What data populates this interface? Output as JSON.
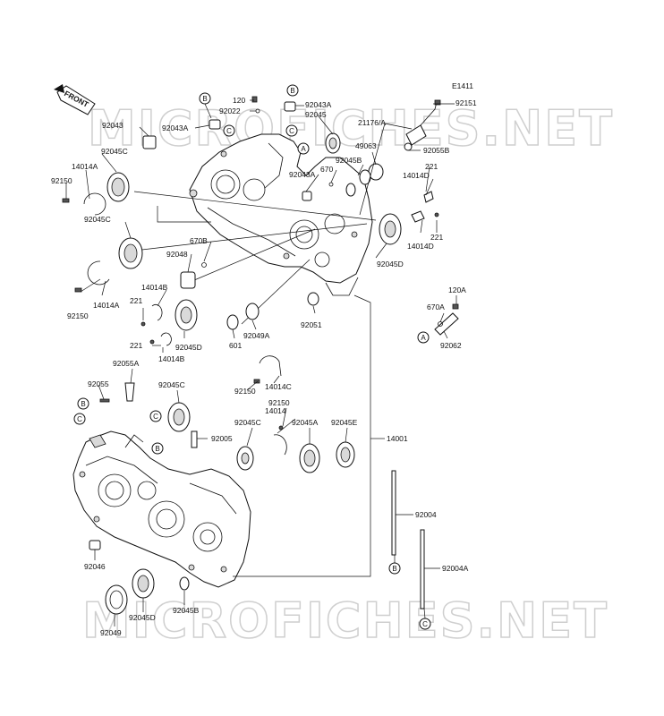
{
  "diagram_code": "E1411",
  "front_label": "FRONT",
  "watermark": "MICROFICHES.NET",
  "callouts": {
    "A": "A",
    "B": "B",
    "C": "C"
  },
  "labels": {
    "p120": "120",
    "p92022": "92022",
    "p92043A_top": "92043A",
    "p92045_top": "92045",
    "p92043": "92043",
    "p92043A_left": "92043A",
    "p92045C_1": "92045C",
    "p14014A_1": "14014A",
    "p92150_1": "92150",
    "p92045C_2": "92045C",
    "p92048": "92048",
    "p670B": "670B",
    "p92043A_mid": "92043A",
    "p670": "670",
    "p92045B_top": "92045B",
    "p49063": "49063",
    "p21176A": "21176/A",
    "p92151": "92151",
    "p92055B": "92055B",
    "p221_a": "221",
    "p14014D_1": "14014D",
    "p221_b": "221",
    "p14014D_2": "14014D",
    "p92045D_top": "92045D",
    "p14014B_1": "14014B",
    "p221_c": "221",
    "p92150_2": "92150",
    "p14014A_2": "14014A",
    "p221_d": "221",
    "p92045D_mid": "92045D",
    "p14014B_2": "14014B",
    "p601": "601",
    "p92049A": "92049A",
    "p92051": "92051",
    "p120A": "120A",
    "p670A": "670A",
    "p92062": "92062",
    "p92055A": "92055A",
    "p92055": "92055",
    "p92045C_3": "92045C",
    "p92150_3": "92150",
    "p14014C": "14014C",
    "p92150_4": "92150",
    "p92045C_4": "92045C",
    "p14014": "14014",
    "p92045A": "92045A",
    "p92045E": "92045E",
    "p14001": "14001",
    "p92005": "92005",
    "p92004": "92004",
    "p92004A": "92004A",
    "p92046": "92046",
    "p92045D_bot": "92045D",
    "p92045B_bot": "92045B",
    "p92049": "92049"
  }
}
